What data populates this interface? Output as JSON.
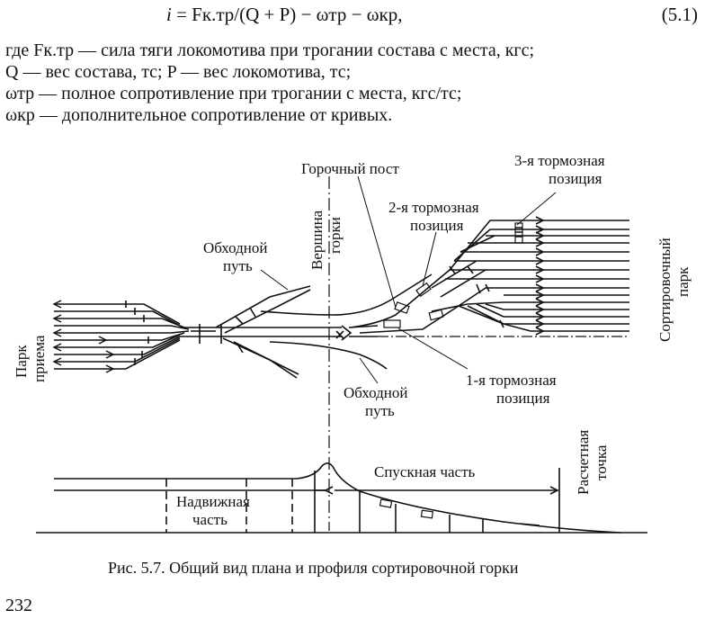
{
  "formula": {
    "lhs": "i",
    "rhs": " = Fк.тр/(Q + P) − ωтр − ωкр,",
    "number": "(5.1)"
  },
  "definitions": [
    "где Fк.тр — сила тяги локомотива при трогании состава с места, кгс;",
    "Q — вес состава, тс; P — вес локомотива, тс;",
    "ωтр — полное сопротивление при трогании с места, кгс/тс;",
    "ωкр — дополнительное сопротивление от кривых."
  ],
  "figure": {
    "labels": {
      "park_priema": "Парк приема",
      "obhodnoy_top": "Обходной путь",
      "vershina": "Вершина горки",
      "gorochny_post": "Горочный пост",
      "tormoz_2": "2-я тормозная позиция",
      "tormoz_3": "3-я тормозная позиция",
      "sort_park": "Сортировочный парк",
      "obhodnoy_bottom": "Обходной путь",
      "tormoz_1": "1-я тормозная позиция",
      "nadvizhnaya": "Надвижная часть",
      "spusknaya": "Спускная часть",
      "raschetnaya": "Расчетная точка"
    },
    "caption": "Рис. 5.7. Общий вид плана и профиля сортировочной горки"
  },
  "page_number": "232"
}
